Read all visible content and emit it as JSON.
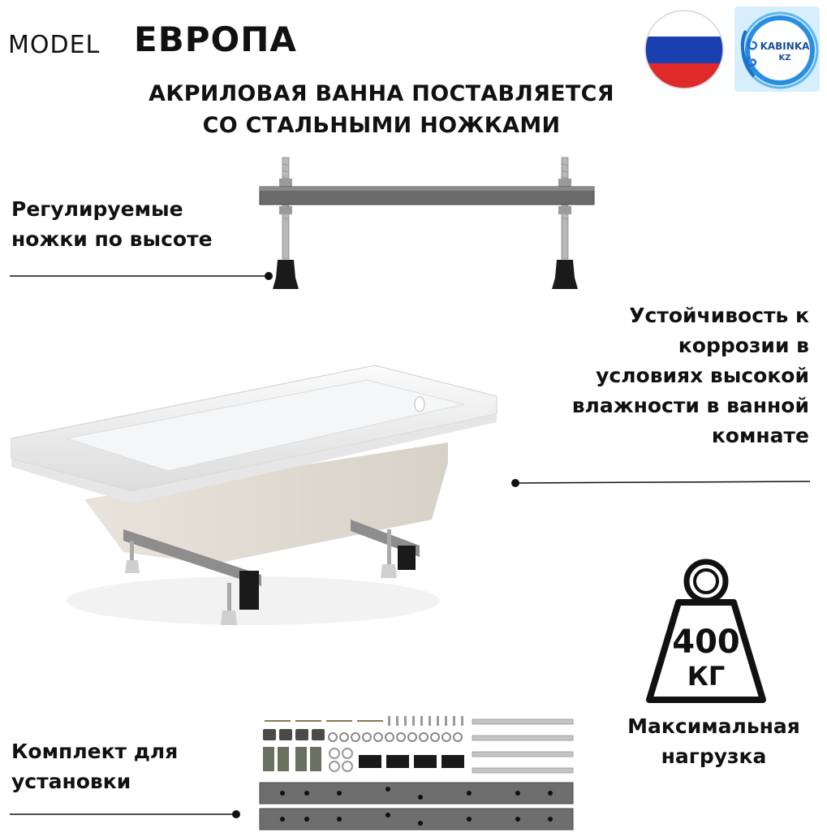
{
  "header": {
    "model_prefix": "MODEL",
    "model_name": "ЕВРОПА",
    "headline_line1": "АКРИЛОВАЯ ВАННА ПОСТАВЛЯЕТСЯ",
    "headline_line2": "СО СТАЛЬНЫМИ НОЖКАМИ"
  },
  "logo": {
    "brand_text": "KABINKA",
    "brand_suffix": "KZ"
  },
  "flag": {
    "colors": [
      "#ffffff",
      "#1a3fb0",
      "#e02a2a"
    ]
  },
  "features": {
    "legs": {
      "line1": "Регулируемые",
      "line2": "ножки по высоте"
    },
    "corrosion": {
      "line1": "Устойчивость к",
      "line2": "коррозии в",
      "line3": "условиях высокой",
      "line4": "влажности в ванной",
      "line5": "комнате"
    },
    "kit": {
      "line1": "Комплект для",
      "line2": "установки"
    },
    "load": {
      "value": "400",
      "unit": "КГ",
      "line1": "Максимальная",
      "line2": "нагрузка"
    }
  },
  "icons": {
    "weight": "weight-icon",
    "leader_dot": "dot-icon"
  },
  "colors": {
    "text": "#111111",
    "steel": "#6e6e6e",
    "foot": "#1a1a1a",
    "logo_blue": "#2a8ee0"
  }
}
